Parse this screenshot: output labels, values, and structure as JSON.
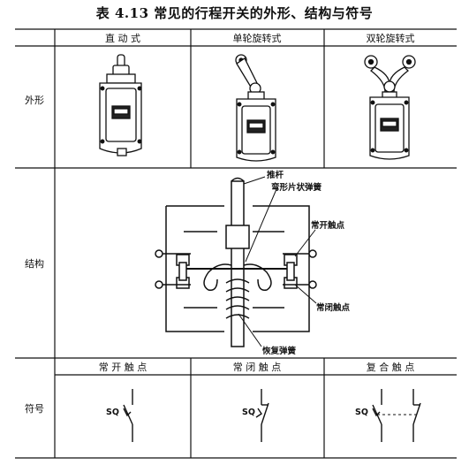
{
  "title": "表 4.13 常见的行程开关的外形、结构与符号",
  "columns": [
    "直 动 式",
    "单轮旋转式",
    "双轮旋转式"
  ],
  "rows": [
    "外形",
    "结构",
    "符号"
  ],
  "structure_labels": {
    "pusher": "推杆",
    "bent_spring": "弯形片状弹簧",
    "no_contact": "常开触点",
    "nc_contact": "常闭触点",
    "return_spring": "恢复弹簧"
  },
  "symbol_headers": [
    "常 开 触 点",
    "常 闭 触 点",
    "复 合 触 点"
  ],
  "symbol_tag": "SQ"
}
